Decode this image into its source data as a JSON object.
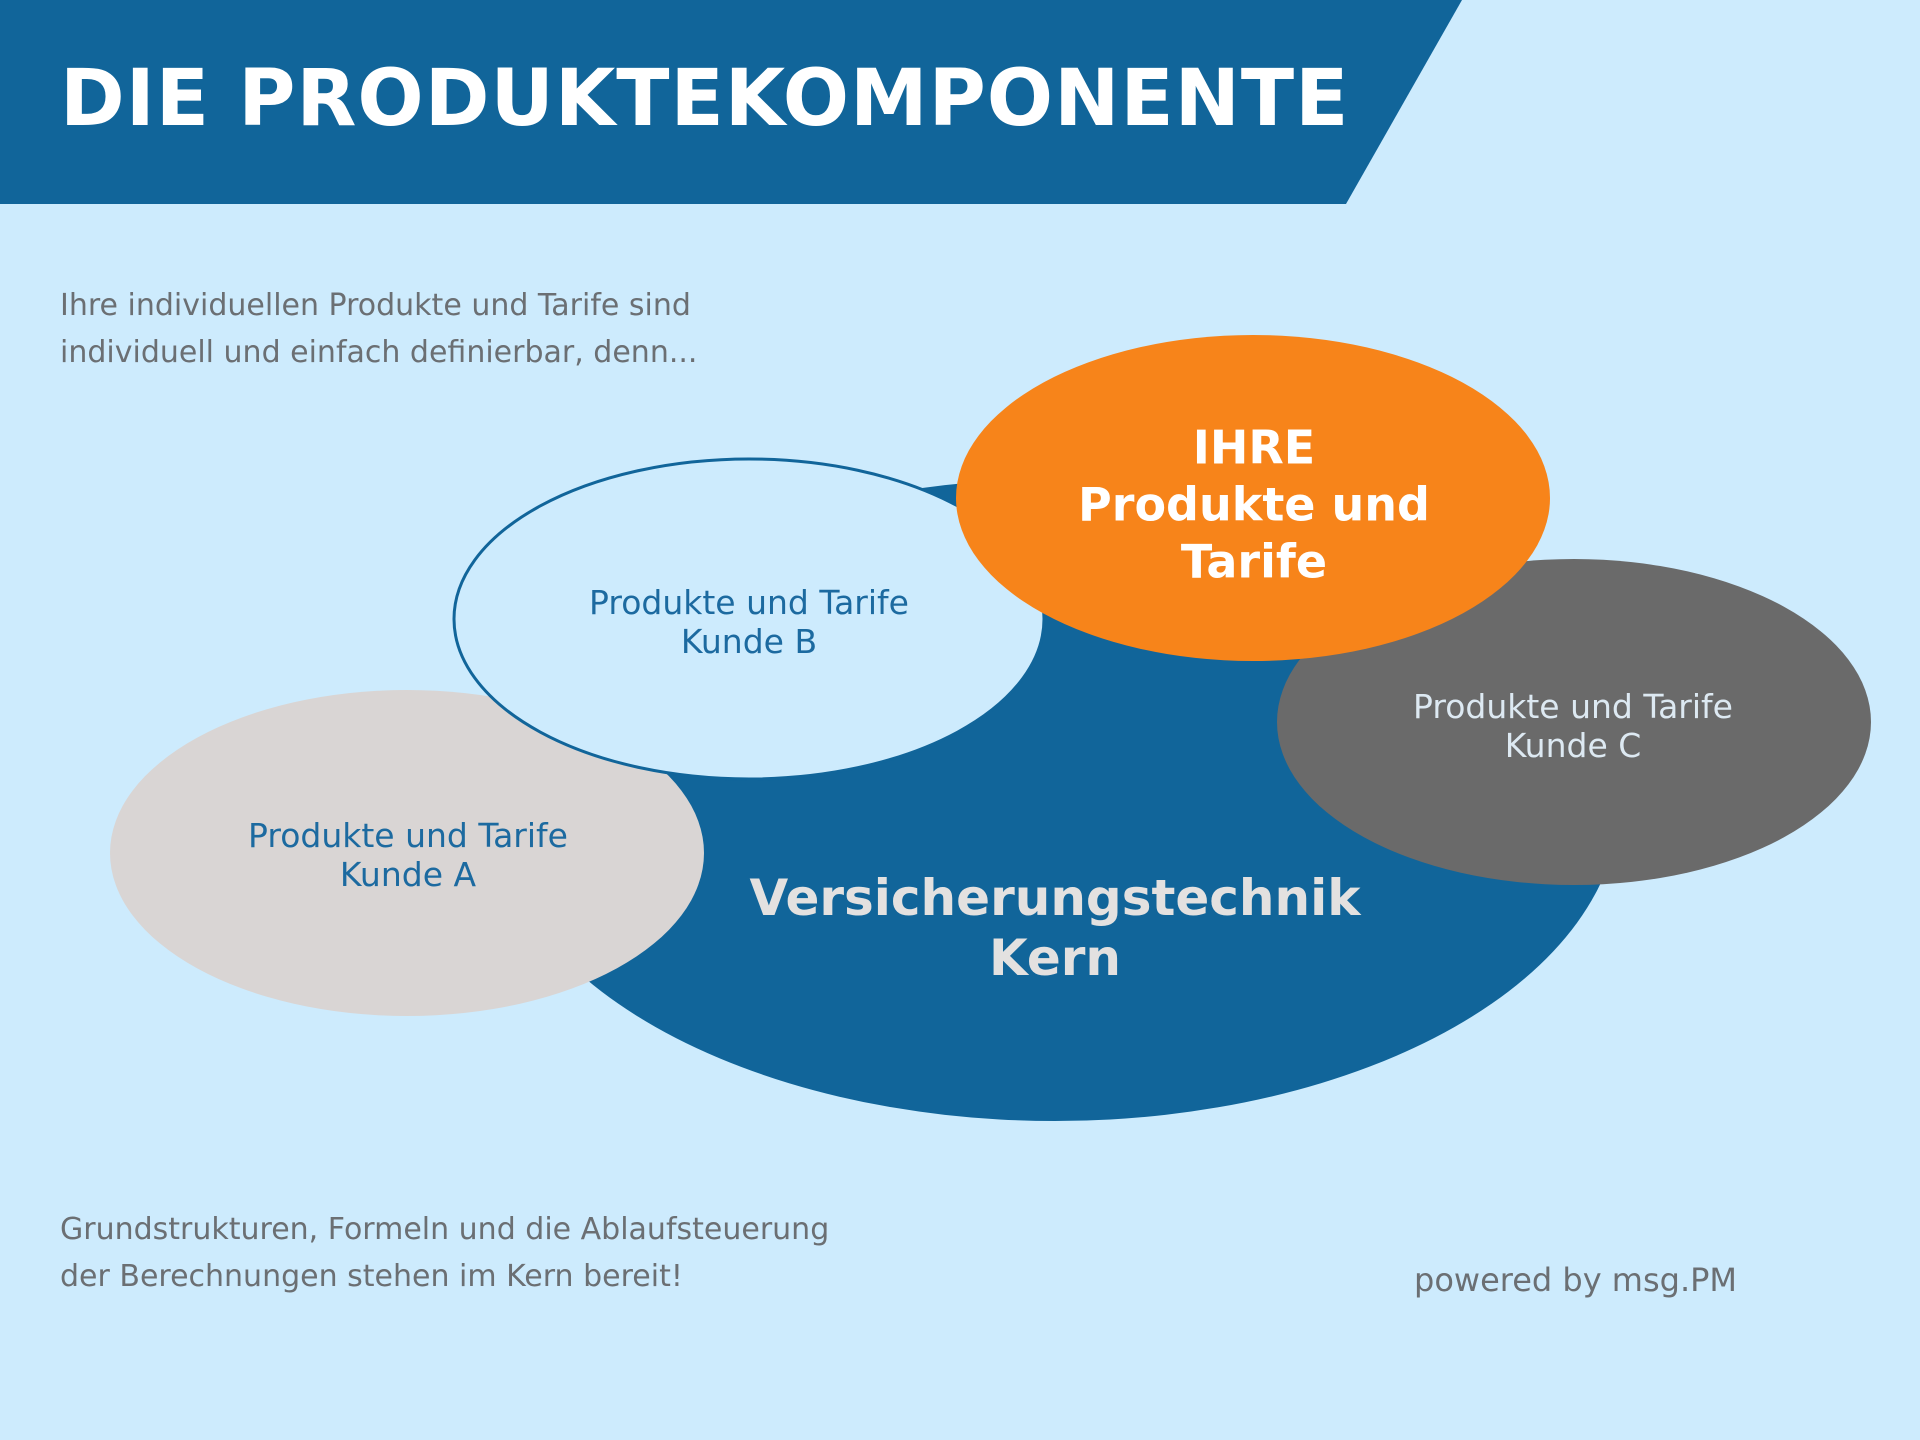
{
  "header": {
    "title": "DIE PRODUKTEKOMPONENTE"
  },
  "intro": {
    "lines": [
      "Ihre individuellen Produkte und Tarife sind",
      "individuell und einfach definierbar, denn..."
    ]
  },
  "diagram": {
    "core": {
      "lines": [
        "Versicherungstechnik",
        "Kern"
      ]
    },
    "ihre": {
      "lines": [
        "IHRE",
        "Produkte und",
        "Tarife"
      ]
    },
    "kunde_a": {
      "lines": [
        "Produkte und Tarife",
        "Kunde A"
      ]
    },
    "kunde_b": {
      "lines": [
        "Produkte und Tarife",
        "Kunde B"
      ]
    },
    "kunde_c": {
      "lines": [
        "Produkte und Tarife",
        "Kunde C"
      ]
    }
  },
  "outro": {
    "lines": [
      "Grundstrukturen, Formeln und die Ablaufsteuerung",
      "der Berechnungen stehen im Kern bereit!"
    ]
  },
  "footer": {
    "powered_by": "powered by msg.PM"
  },
  "colors": {
    "background": "#cdebfd",
    "brand_blue": "#11659a",
    "orange": "#f7841a",
    "dark_gray": "#6a6a6a",
    "light_gray": "#d9d5d4",
    "body_text": "#6b6f73",
    "label_blue": "#1c6aa0",
    "label_light": "#dde9f2"
  }
}
